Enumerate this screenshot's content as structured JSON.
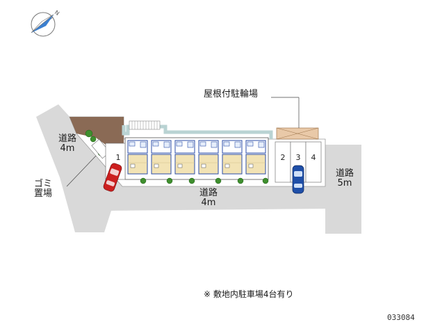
{
  "compass": {
    "north_label": "N"
  },
  "roads": {
    "left": {
      "name": "道路",
      "width": "4m"
    },
    "bottom": {
      "name": "道路",
      "width": "4m"
    },
    "right": {
      "name": "道路",
      "width": "5m"
    }
  },
  "garbage_area": {
    "line1": "ゴミ",
    "line2": "置場"
  },
  "bicycle_parking": {
    "label": "屋根付駐輪場"
  },
  "parking_spaces": [
    "1",
    "2",
    "3",
    "4"
  ],
  "footnote": "※ 敷地内駐車場4台有り",
  "map_code": "033084",
  "colors": {
    "road": "#d9d9d9",
    "building_fill": "#ffffff",
    "unit_floor": "#f2e3b5",
    "unit_wall": "#2b4ea8",
    "corridor": "#d7e6e6",
    "garden_brown": "#8a6a55",
    "bike_area": "#e9c9a8",
    "car_red": "#cc1f1f",
    "car_blue": "#1f4fa8",
    "tree_green": "#3f8f2e"
  }
}
